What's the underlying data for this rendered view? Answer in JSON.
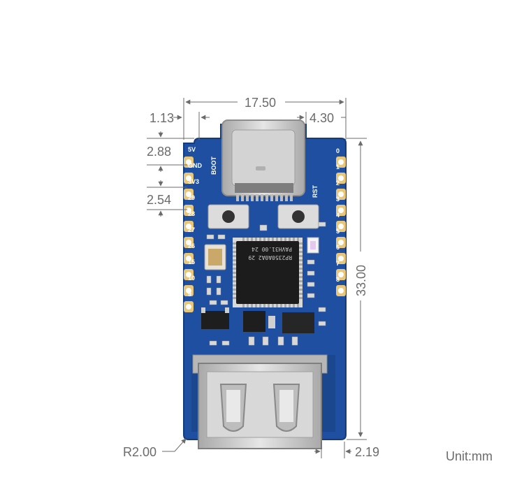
{
  "dimensions": {
    "total_width": "17.50",
    "edge_offset": "1.13",
    "connector_offset": "4.30",
    "pin_offset_top": "2.88",
    "pin_pitch": "2.54",
    "board_length": "33.00",
    "corner_radius": "R2.00",
    "usb_a_offset": "2.19"
  },
  "unit_label": "Unit:mm",
  "left_pins": [
    "5V",
    "GND",
    "3V3",
    "29",
    "28",
    "27",
    "26",
    "15",
    "10",
    "9"
  ],
  "right_pins": [
    "0",
    "1",
    "2",
    "3",
    "4",
    "5",
    "6",
    "7",
    "8"
  ],
  "left_side_label": "BOOT",
  "right_side_label": "RST",
  "chip_text": [
    "RP2350A0A2 29",
    "PAVH31.00 24"
  ],
  "colors": {
    "pcb_blue": "#1f4fa0",
    "pad_gold": "#e8c77a",
    "dimension_gray": "#6b6b6b",
    "metal": "#c8c8c8"
  }
}
